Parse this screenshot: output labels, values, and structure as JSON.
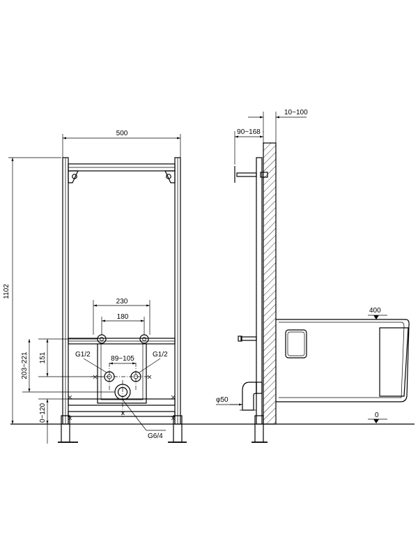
{
  "front_view": {
    "width_label": "500",
    "height_label": "1102",
    "pipe_spacing_outer": "230",
    "pipe_spacing_inner": "180",
    "fitting_left": "G1/2",
    "fitting_right": "G1/2",
    "valve_height": "151",
    "adjust_range_1": "203~221",
    "adjust_range_2": "0~120",
    "center_range": "89~105",
    "drain_fitting": "G6/4"
  },
  "side_view": {
    "wall_offset": "10~100",
    "rod_offset": "90~168",
    "bowl_height": "400",
    "drain_diameter": "φ50",
    "floor_level": "0"
  },
  "colors": {
    "line": "#000000",
    "background": "#ffffff"
  }
}
